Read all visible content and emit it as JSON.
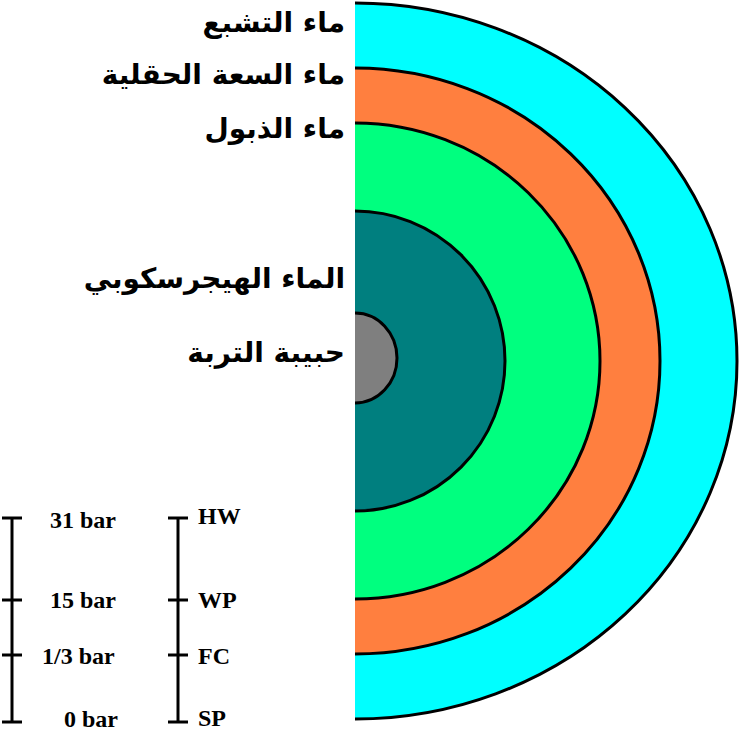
{
  "diagram": {
    "labels": [
      "ماء التشبع",
      "ماء السعة الحقلية",
      "ماء الذبول",
      "الماء الهيجرسكوبي",
      "حبيبة التربة",
      "31 bar",
      "HW",
      "15 bar",
      "WP",
      "1/3 bar",
      "FC",
      "0 bar",
      "SP"
    ]
  }
}
